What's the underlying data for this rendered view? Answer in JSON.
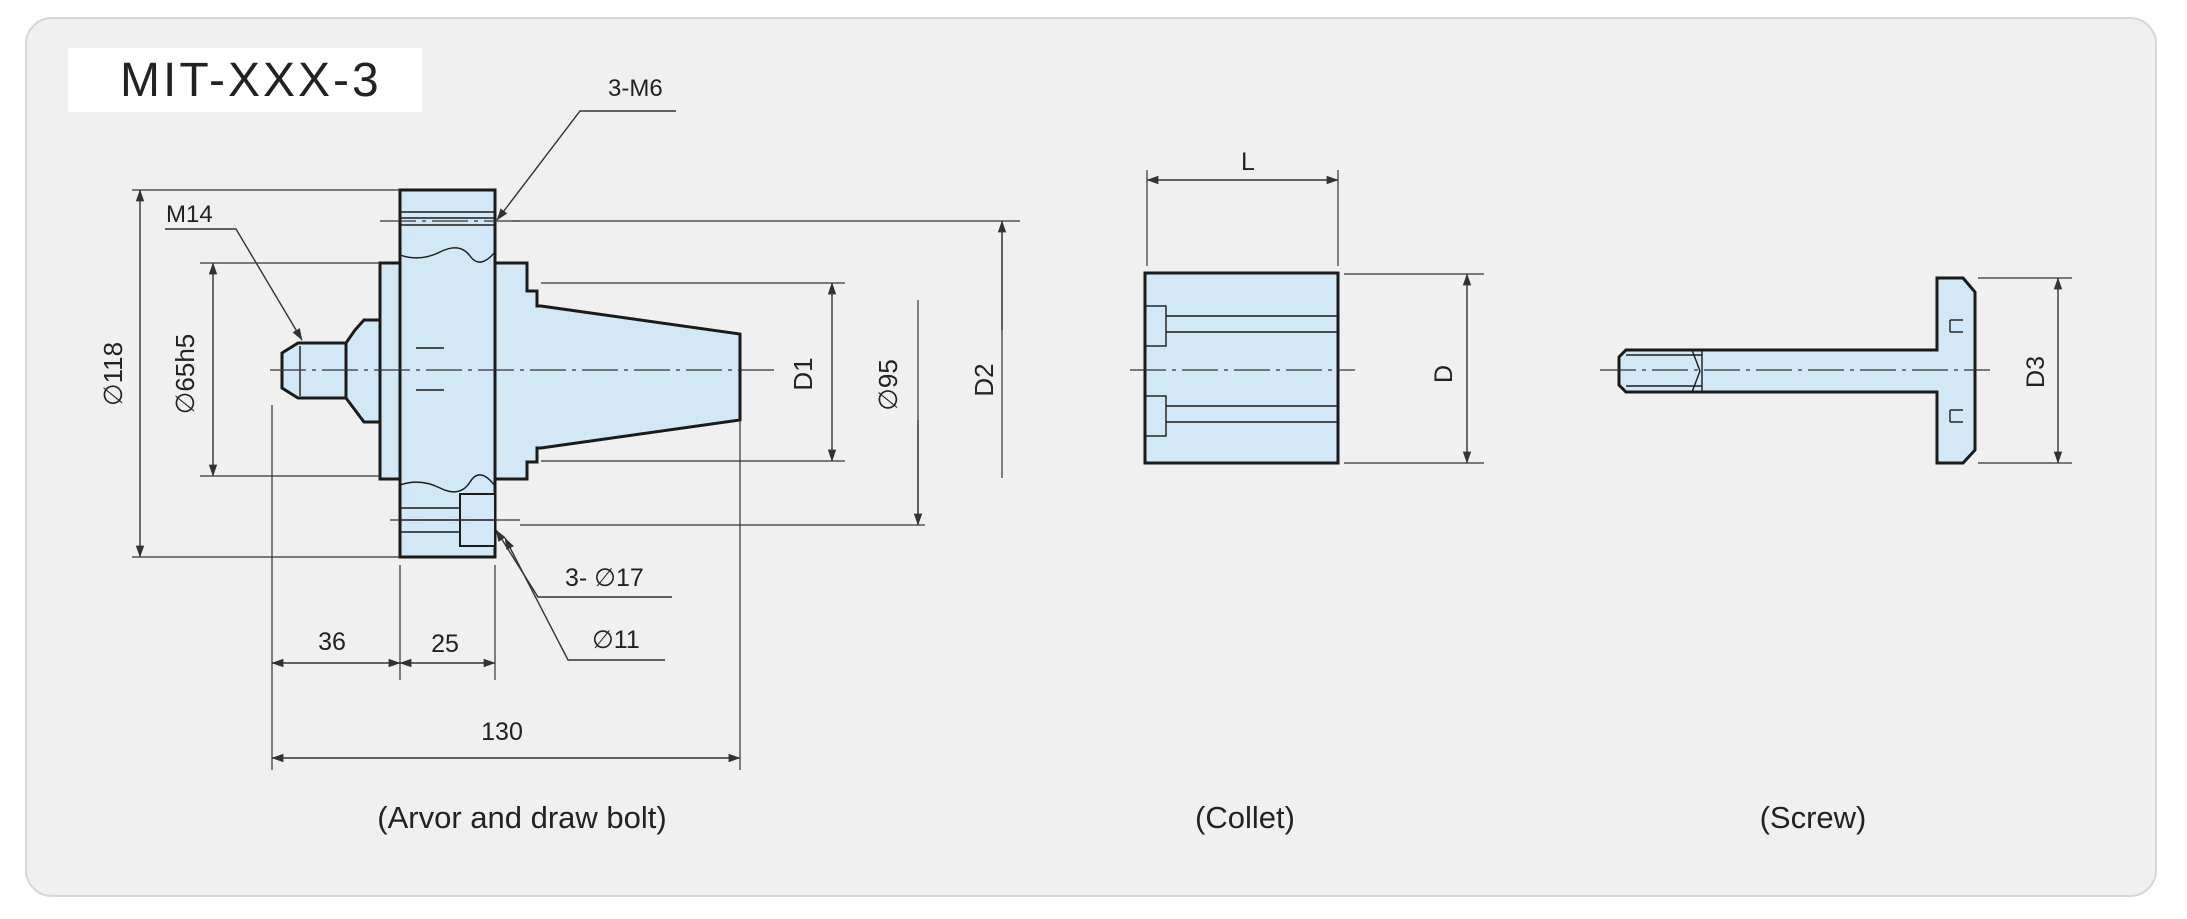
{
  "title": "MIT-XXX-3",
  "colors": {
    "panel": "#f0f0f0",
    "panel_border": "#d6d6d6",
    "part_fill": "#d2e8f6",
    "line": "#1a1a1a",
    "dim": "#333333"
  },
  "arbor": {
    "caption": "(Arvor and draw bolt)",
    "labels": {
      "thread_m14": "M14",
      "tap_3m6": "3-M6",
      "dia_118": "∅118",
      "dia_65h5": "∅65h5",
      "d1": "D1",
      "dia_95": "∅95",
      "d2": "D2",
      "holes_3_17": "3- ∅17",
      "dia_11": "∅11",
      "len_36": "36",
      "len_25": "25",
      "len_130": "130"
    }
  },
  "collet": {
    "caption": "(Collet)",
    "labels": {
      "length": "L",
      "diameter": "D"
    }
  },
  "screw": {
    "caption": "(Screw)",
    "labels": {
      "d3": "D3"
    }
  }
}
